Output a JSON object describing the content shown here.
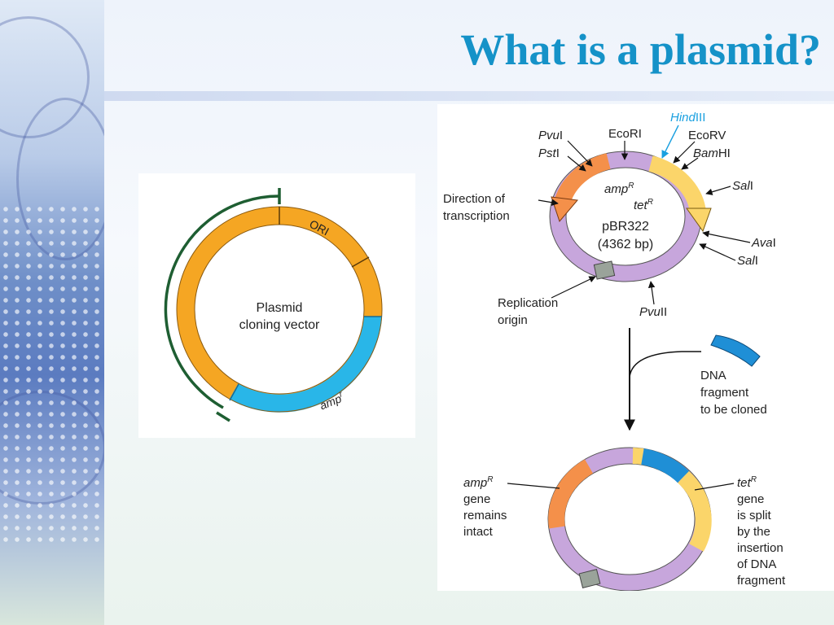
{
  "slide": {
    "title": "What is a plasmid?"
  },
  "cloning_vector": {
    "center_line1": "Plasmid",
    "center_line2": "cloning vector",
    "ori_label": "ORI",
    "amp_label": "amp",
    "amp_superscript": "r"
  },
  "pbr322": {
    "name": "pBR322",
    "size": "(4362 bp)",
    "amp_label": "amp",
    "amp_superscript": "R",
    "tet_label": "tet",
    "tet_superscript": "R",
    "sites": {
      "pvui_a": "Pvu",
      "pvui_b": "I",
      "psti_a": "Pst",
      "psti_b": "I",
      "ecori_a": "Eco",
      "ecori_b": "RI",
      "hindiii_a": "Hind",
      "hindiii_b": "III",
      "ecorv_a": "Eco",
      "ecorv_b": "RV",
      "bamhi_a": "Bam",
      "bamhi_b": "HI",
      "sali_top_a": "Sal",
      "sali_top_b": "I",
      "avai_a": "Ava",
      "avai_b": "I",
      "sali_bottom_a": "Sal",
      "sali_bottom_b": "I",
      "pvuii_a": "Pvu",
      "pvuii_b": "II"
    },
    "direction_line1": "Direction of",
    "direction_line2": "transcription",
    "replication_line1": "Replication",
    "replication_line2": "origin"
  },
  "fragment": {
    "line1": "DNA",
    "line2": "fragment",
    "line3": "to be cloned"
  },
  "recombinant": {
    "amp_label": "amp",
    "amp_superscript": "R",
    "amp_line2": "gene",
    "amp_line3": "remains",
    "amp_line4": "intact",
    "tet_label": "tet",
    "tet_superscript": "R",
    "tet_line2": "gene",
    "tet_line3": "is split",
    "tet_line4": "by the",
    "tet_line5": "insertion",
    "tet_line6": "of DNA",
    "tet_line7": "fragment"
  },
  "colors": {
    "title": "#1592c8",
    "orange": "#f5a623",
    "blue": "#29b6e8",
    "purple": "#c7a6dc",
    "amp_orange": "#f4904a",
    "tet_yellow": "#fbd56a",
    "insert_blue": "#1f8fd6",
    "hind_blue": "#1aa0e0",
    "bracket_green": "#1e5e32"
  }
}
